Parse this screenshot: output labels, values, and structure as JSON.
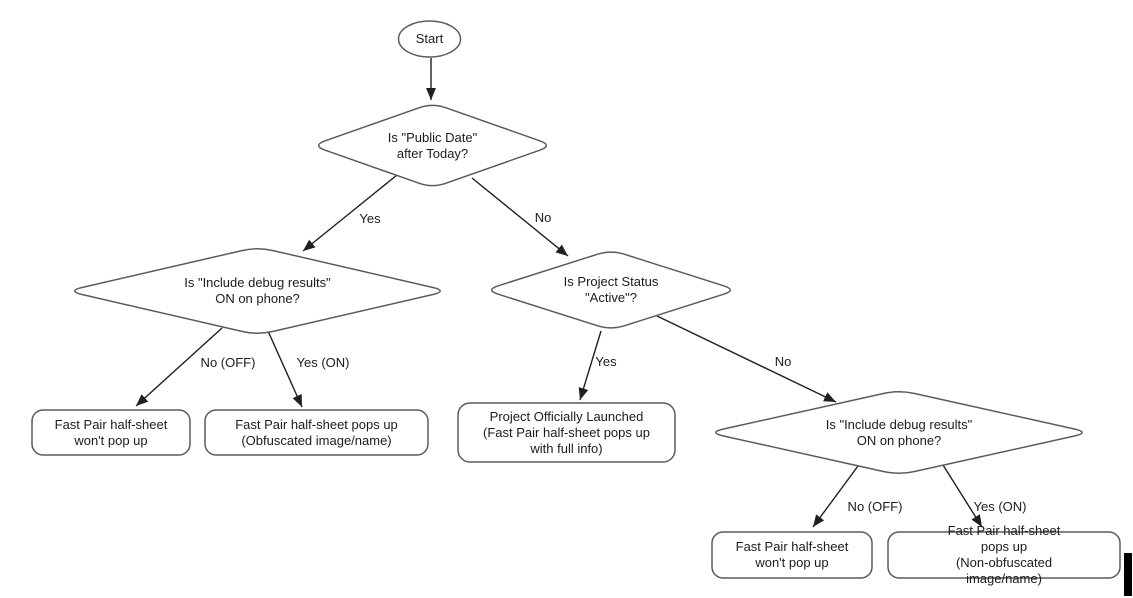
{
  "title": "Fast Pair half-sheet decision flowchart",
  "nodes": {
    "start": {
      "type": "terminator",
      "label": "Start"
    },
    "public_date": {
      "type": "decision",
      "label": "Is \"Public Date\"\nafter Today?"
    },
    "debug_left": {
      "type": "decision",
      "label": "Is \"Include debug results\"\nON on phone?"
    },
    "project_status": {
      "type": "decision",
      "label": "Is Project Status\n\"Active\"?"
    },
    "debug_right": {
      "type": "decision",
      "label": "Is \"Include debug results\"\nON on phone?"
    },
    "no_popup_left": {
      "type": "result",
      "label": "Fast Pair half-sheet\nwon't pop up"
    },
    "obfuscated": {
      "type": "result",
      "label": "Fast Pair half-sheet pops up\n(Obfuscated image/name)"
    },
    "launched": {
      "type": "result",
      "label": "Project Officially Launched\n(Fast Pair half-sheet pops up\nwith full info)"
    },
    "no_popup_right": {
      "type": "result",
      "label": "Fast Pair half-sheet\nwon't pop up"
    },
    "non_obfuscated": {
      "type": "result",
      "label": "Fast Pair half-sheet pops up\n(Non-obfuscated image/name)"
    }
  },
  "edges": {
    "start_to_public": {
      "from": "start",
      "to": "public_date",
      "label": ""
    },
    "public_yes": {
      "from": "public_date",
      "to": "debug_left",
      "label": "Yes"
    },
    "public_no": {
      "from": "public_date",
      "to": "project_status",
      "label": "No"
    },
    "debug_left_no": {
      "from": "debug_left",
      "to": "no_popup_left",
      "label": "No (OFF)"
    },
    "debug_left_yes": {
      "from": "debug_left",
      "to": "obfuscated",
      "label": "Yes (ON)"
    },
    "status_yes": {
      "from": "project_status",
      "to": "launched",
      "label": "Yes"
    },
    "status_no": {
      "from": "project_status",
      "to": "debug_right",
      "label": "No"
    },
    "debug_right_no": {
      "from": "debug_right",
      "to": "no_popup_right",
      "label": "No (OFF)"
    },
    "debug_right_yes": {
      "from": "debug_right",
      "to": "non_obfuscated",
      "label": "Yes (ON)"
    }
  },
  "colors": {
    "background": "#ffffff",
    "shape_stroke": "#5b5b5b",
    "shape_fill": "#ffffff",
    "arrow": "#1f1f1f",
    "text": "#1c1c1c",
    "cursor_bar": "#000000"
  }
}
